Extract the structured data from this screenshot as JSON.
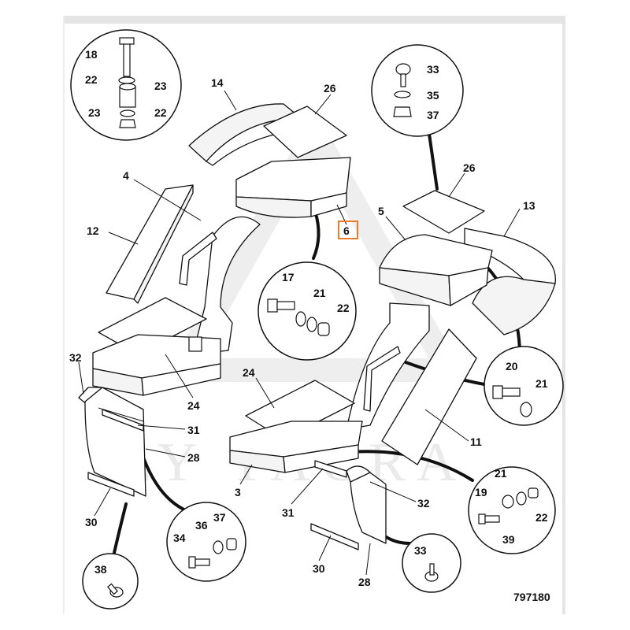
{
  "figure_number": "797180",
  "watermark": "LY TACRA",
  "highlight_color": "#f07b2b",
  "highlighted_label": "6",
  "part_labels": {
    "p14": "14",
    "p26a": "26",
    "p4": "4",
    "p12": "12",
    "p6": "6",
    "p26b": "26",
    "p13": "13",
    "p5": "5",
    "p32a": "32",
    "p24a": "24",
    "p31a": "31",
    "p28a": "28",
    "p30a": "30",
    "p24b": "24",
    "p3": "3",
    "p11": "11",
    "p31b": "31",
    "p32b": "32",
    "p30b": "30",
    "p28b": "28"
  },
  "callouts": {
    "c1": {
      "l18": "18",
      "l22a": "22",
      "l23a": "23",
      "l23b": "23",
      "l22b": "22"
    },
    "c2": {
      "l33": "33",
      "l35": "35",
      "l37": "37"
    },
    "c3": {
      "l17": "17",
      "l21": "21",
      "l22": "22"
    },
    "c4": {
      "l20": "20",
      "l21": "21"
    },
    "c5": {
      "l21": "21",
      "l19": "19",
      "l22": "22",
      "l39": "39"
    },
    "c6": {
      "l34": "34",
      "l36": "36",
      "l37": "37"
    },
    "c7": {
      "l38": "38"
    },
    "c8": {
      "l33": "33"
    }
  }
}
